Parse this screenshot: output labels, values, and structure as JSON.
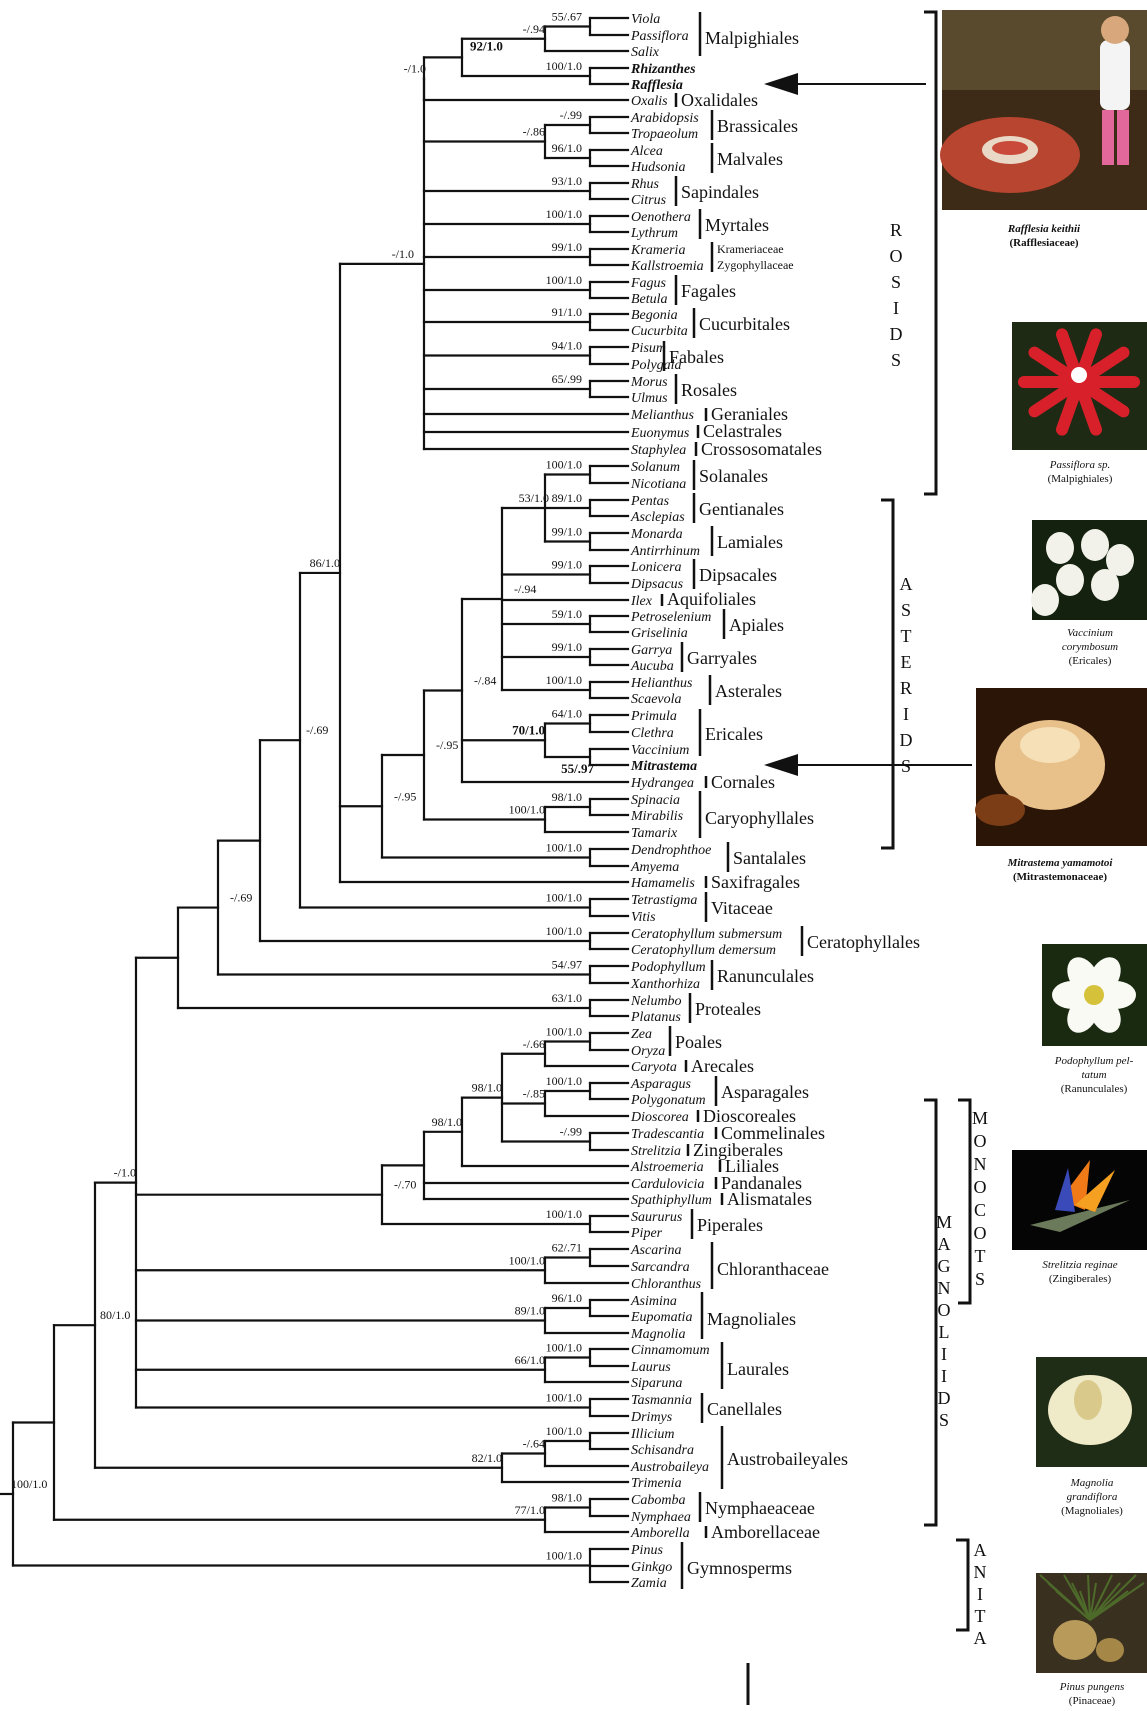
{
  "taxa": [
    "Viola",
    "Passiflora",
    "Salix",
    "Rhizanthes",
    "Rafflesia",
    "Oxalis",
    "Arabidopsis",
    "Tropaeolum",
    "Alcea",
    "Hudsonia",
    "Rhus",
    "Citrus",
    "Oenothera",
    "Lythrum",
    "Krameria",
    "Kallstroemia",
    "Fagus",
    "Betula",
    "Begonia",
    "Cucurbita",
    "Pisum",
    "Polygala",
    "Morus",
    "Ulmus",
    "Melianthus",
    "Euonymus",
    "Staphylea",
    "Solanum",
    "Nicotiana",
    "Pentas",
    "Asclepias",
    "Monarda",
    "Antirrhinum",
    "Lonicera",
    "Dipsacus",
    "Ilex",
    "Petroselenium",
    "Griselinia",
    "Garrya",
    "Aucuba",
    "Helianthus",
    "Scaevola",
    "Primula",
    "Clethra",
    "Vaccinium",
    "Mitrastema",
    "Hydrangea",
    "Spinacia",
    "Mirabilis",
    "Tamarix",
    "Dendrophthoe",
    "Amyema",
    "Hamamelis",
    "Tetrastigma",
    "Vitis",
    "Ceratophyllum submersum",
    "Ceratophyllum demersum",
    "Podophyllum",
    "Xanthorhiza",
    "Nelumbo",
    "Platanus",
    "Zea",
    "Oryza",
    "Caryota",
    "Asparagus",
    "Polygonatum",
    "Dioscorea",
    "Tradescantia",
    "Strelitzia",
    "Alstroemeria",
    "Cardulovicia",
    "Spathiphyllum",
    "Saururus",
    "Piper",
    "Ascarina",
    "Sarcandra",
    "Chloranthus",
    "Asimina",
    "Eupomatia",
    "Magnolia",
    "Cinnamomum",
    "Laurus",
    "Siparuna",
    "Tasmannia",
    "Drimys",
    "Illicium",
    "Schisandra",
    "Austrobaileya",
    "Trimenia",
    "Cabomba",
    "Nymphaea",
    "Amborella",
    "Pinus",
    "Ginkgo",
    "Zamia"
  ],
  "bold_taxa": [
    3,
    4,
    45
  ],
  "supports": [
    {
      "t": "55/.67",
      "n": "viola_pass"
    },
    {
      "t": "-/.94",
      "n": "malp_core"
    },
    {
      "t": "92/1.0",
      "n": "malp_raff",
      "bold": true
    },
    {
      "t": "100/1.0",
      "n": "rhiz_raff"
    },
    {
      "t": "-/1.0",
      "n": "malp_oxal"
    },
    {
      "t": "-/.99",
      "n": "brass"
    },
    {
      "t": "-/.86",
      "n": "brass_malv"
    },
    {
      "t": "96/1.0",
      "n": "malv"
    },
    {
      "t": "93/1.0",
      "n": "sapind"
    },
    {
      "t": "100/1.0",
      "n": "myrt"
    },
    {
      "t": "99/1.0",
      "n": "kram"
    },
    {
      "t": "100/1.0",
      "n": "fag"
    },
    {
      "t": "91/1.0",
      "n": "cucurb"
    },
    {
      "t": "94/1.0",
      "n": "fab"
    },
    {
      "t": "65/.99",
      "n": "ros"
    },
    {
      "t": "-/1.0",
      "n": "rosids"
    },
    {
      "t": "100/1.0",
      "n": "solan"
    },
    {
      "t": "89/1.0",
      "n": "gent"
    },
    {
      "t": "53/1.0",
      "n": "lamiids"
    },
    {
      "t": "99/1.0",
      "n": "lami"
    },
    {
      "t": "99/1.0",
      "n": "dips"
    },
    {
      "t": "-/.94",
      "n": "campan"
    },
    {
      "t": "59/1.0",
      "n": "api"
    },
    {
      "t": "99/1.0",
      "n": "garr"
    },
    {
      "t": "100/1.0",
      "n": "aster"
    },
    {
      "t": "64/1.0",
      "n": "prim_cleth"
    },
    {
      "t": "70/1.0",
      "n": "eric",
      "bold": true
    },
    {
      "t": "55/.97",
      "n": "vacc_mitr",
      "bold": true
    },
    {
      "t": "-/.84",
      "n": "asterids"
    },
    {
      "t": "-/.95",
      "n": "asterids_caryo"
    },
    {
      "t": "98/1.0",
      "n": "caryo_sub"
    },
    {
      "t": "100/1.0",
      "n": "caryo"
    },
    {
      "t": "-/.95",
      "n": "santal_plus"
    },
    {
      "t": "100/1.0",
      "n": "santal"
    },
    {
      "t": "86/1.0",
      "n": "core_eud"
    },
    {
      "t": "100/1.0",
      "n": "vit"
    },
    {
      "t": "-/.69",
      "n": "cerat_plus"
    },
    {
      "t": "100/1.0",
      "n": "cerat"
    },
    {
      "t": "-/.69",
      "n": "eudicots"
    },
    {
      "t": "54/.97",
      "n": "ranunc"
    },
    {
      "t": "63/1.0",
      "n": "prot"
    },
    {
      "t": "100/1.0",
      "n": "poal"
    },
    {
      "t": "-/.66",
      "n": "commelinids"
    },
    {
      "t": "100/1.0",
      "n": "aspar"
    },
    {
      "t": "-/.85",
      "n": "aspar_dios"
    },
    {
      "t": "-/.99",
      "n": "comm_zing"
    },
    {
      "t": "98/1.0",
      "n": "monocot_core"
    },
    {
      "t": "98/1.0",
      "n": "monocot_plus"
    },
    {
      "t": "-/.70",
      "n": "monocots_pip"
    },
    {
      "t": "100/1.0",
      "n": "piper"
    },
    {
      "t": "62/.71",
      "n": "chlor_sub"
    },
    {
      "t": "100/1.0",
      "n": "chlor"
    },
    {
      "t": "96/1.0",
      "n": "magnol_sub"
    },
    {
      "t": "89/1.0",
      "n": "magnol"
    },
    {
      "t": "100/1.0",
      "n": "laur_sub"
    },
    {
      "t": "66/1.0",
      "n": "laur"
    },
    {
      "t": "100/1.0",
      "n": "canell"
    },
    {
      "t": "-/1.0",
      "n": "core_angio"
    },
    {
      "t": "100/1.0",
      "n": "illic_schis"
    },
    {
      "t": "-/.64",
      "n": "austro_sub"
    },
    {
      "t": "82/1.0",
      "n": "austro"
    },
    {
      "t": "80/1.0",
      "n": "angio_no_amb"
    },
    {
      "t": "98/1.0",
      "n": "nymph"
    },
    {
      "t": "77/1.0",
      "n": "nymph_amb"
    },
    {
      "t": "100/1.0",
      "n": "root"
    },
    {
      "t": "100/1.0",
      "n": "gymno"
    }
  ],
  "orders": [
    {
      "t": "Malpighiales"
    },
    {
      "t": "Oxalidales"
    },
    {
      "t": "Brassicales"
    },
    {
      "t": "Malvales"
    },
    {
      "t": "Sapindales"
    },
    {
      "t": "Myrtales"
    },
    {
      "t": "Krameriaceae",
      "small": true
    },
    {
      "t": "Zygophyllaceae",
      "small": true
    },
    {
      "t": "Fagales"
    },
    {
      "t": "Cucurbitales"
    },
    {
      "t": "Fabales"
    },
    {
      "t": "Rosales"
    },
    {
      "t": "Geraniales"
    },
    {
      "t": "Celastrales"
    },
    {
      "t": "Crossosomatales"
    },
    {
      "t": "Solanales"
    },
    {
      "t": "Gentianales"
    },
    {
      "t": "Lamiales"
    },
    {
      "t": "Dipsacales"
    },
    {
      "t": "Aquifoliales"
    },
    {
      "t": "Apiales"
    },
    {
      "t": "Garryales"
    },
    {
      "t": "Asterales"
    },
    {
      "t": "Ericales"
    },
    {
      "t": "Cornales"
    },
    {
      "t": "Caryophyllales"
    },
    {
      "t": "Santalales"
    },
    {
      "t": "Saxifragales"
    },
    {
      "t": "Vitaceae"
    },
    {
      "t": "Ceratophyllales"
    },
    {
      "t": "Ranunculales"
    },
    {
      "t": "Proteales"
    },
    {
      "t": "Poales"
    },
    {
      "t": "Arecales"
    },
    {
      "t": "Asparagales"
    },
    {
      "t": "Dioscoreales"
    },
    {
      "t": "Commelinales"
    },
    {
      "t": "Zingiberales"
    },
    {
      "t": "Liliales"
    },
    {
      "t": "Pandanales"
    },
    {
      "t": "Alismatales"
    },
    {
      "t": "Piperales"
    },
    {
      "t": "Chloranthaceae"
    },
    {
      "t": "Magnoliales"
    },
    {
      "t": "Laurales"
    },
    {
      "t": "Canellales"
    },
    {
      "t": "Austrobaileyales"
    },
    {
      "t": "Nymphaeaceae"
    },
    {
      "t": "Amborellaceae"
    },
    {
      "t": "Gymnosperms"
    }
  ],
  "groups": {
    "rosids": "ROSIDS",
    "asterids": "ASTERIDS",
    "monocots": "MONOCOTS",
    "magnoliids": "MAGNOLIIDS",
    "anita": "ANITA"
  },
  "photos": [
    {
      "name": "rafflesia",
      "l1": "Rafflesia keithii",
      "l2": "(Rafflesiaceae)",
      "bold": true
    },
    {
      "name": "passiflora",
      "l1": "Passiflora sp.",
      "l2": "(Malpighiales)"
    },
    {
      "name": "vaccinium",
      "l1": "Vaccinium",
      "l1b": "corymbosum",
      "l2": "(Ericales)"
    },
    {
      "name": "mitrastema",
      "l1": "Mitrastema yamamotoi",
      "l2": "(Mitrastemonaceae)",
      "bold": true
    },
    {
      "name": "podophyllum",
      "l1": "Podophyllum pel-",
      "l1b": "tatum",
      "l2": "(Ranunculales)"
    },
    {
      "name": "strelitzia",
      "l1": "Strelitzia reginae",
      "l2": "(Zingiberales)"
    },
    {
      "name": "magnolia",
      "l1": "Magnolia",
      "l1b": "grandiflora",
      "l2": "(Magnoliales)"
    },
    {
      "name": "pinus",
      "l1": "Pinus pungens",
      "l2": "(Pinaceae)"
    }
  ],
  "colors": {
    "ink": "#111111",
    "rafflesia": "#b8452f",
    "passiflora": "#d8202a",
    "strelitzia": "#f07a18",
    "magnolia": "#efeac8"
  }
}
